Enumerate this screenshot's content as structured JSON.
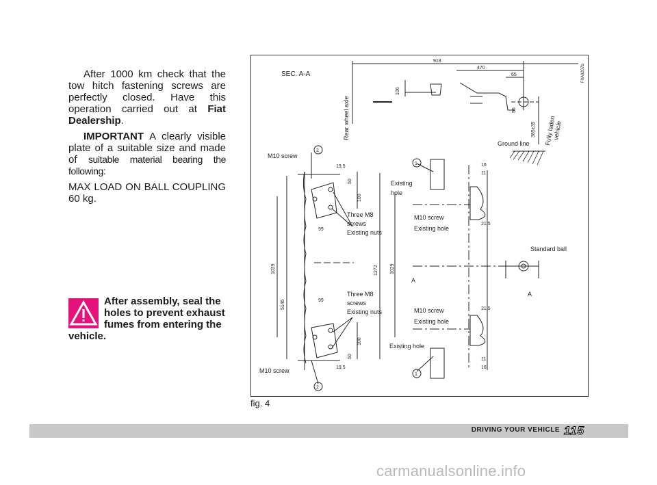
{
  "body": {
    "para1_a": "After 1000 km check that the tow hitch fastening screws are perfectly closed. Have this operation carried out at ",
    "para1_b": "Fiat Dealership",
    "para1_c": ".",
    "para2_a": "IMPORTANT",
    "para2_b": " A clearly visible plate of a suitable size and made of ",
    "para2_c": "suitable material bearing the following:",
    "para3": "MAX LOAD ON BALL COUPLING 60 kg."
  },
  "warning": {
    "text": "After assembly, seal the holes to prevent exhaust fumes from entering the vehicle."
  },
  "figure": {
    "caption": "fig. 4",
    "code": "F0A0207b",
    "labels": {
      "sec": "SEC. A-A",
      "rear_axle": "Rear wheel axle",
      "ground_line": "Ground line",
      "fully_laden": "Fully laden",
      "vehicle": "vehicle",
      "m10_screw": "M10 screw",
      "three_m8": "Three M8",
      "screws": "screws",
      "existing_nuts": "Existing nuts",
      "existing": "Existing",
      "hole": "hole",
      "existing_hole": "Existing hole",
      "standard_ball": "Standard ball",
      "a": "A"
    },
    "dims": {
      "d918": "918",
      "d470": "470",
      "d65": "65",
      "d106": "106",
      "d56": "56",
      "d385": "385±35",
      "d19_5": "19,5",
      "d50": "50",
      "d100": "100",
      "d99": "99",
      "d1029": "1029",
      "d5145": "5145",
      "d1272": "1272",
      "d16": "16",
      "d11": "11",
      "d21_5": "21,5"
    },
    "callouts": {
      "one": "1",
      "two": "2"
    }
  },
  "footer": {
    "section": "DRIVING YOUR VEHICLE",
    "page": "115"
  },
  "watermark": "carmanualsonline.info",
  "colors": {
    "warning_pink": "#e4127a",
    "footer_gray": "#c8c8c8"
  }
}
